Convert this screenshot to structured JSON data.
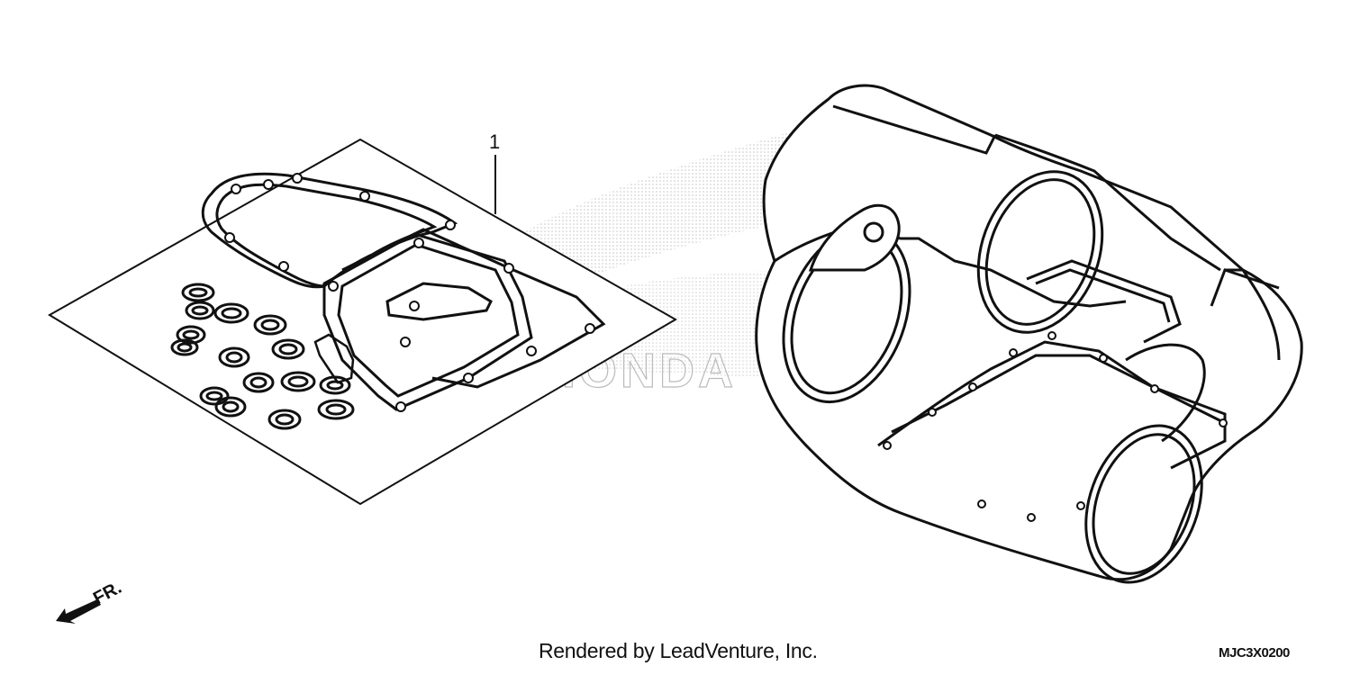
{
  "diagram": {
    "callout": "1",
    "credit": "Rendered by LeadVenture, Inc.",
    "code": "MJC3X0200",
    "direction_label": "FR.",
    "watermark": "HONDA"
  }
}
